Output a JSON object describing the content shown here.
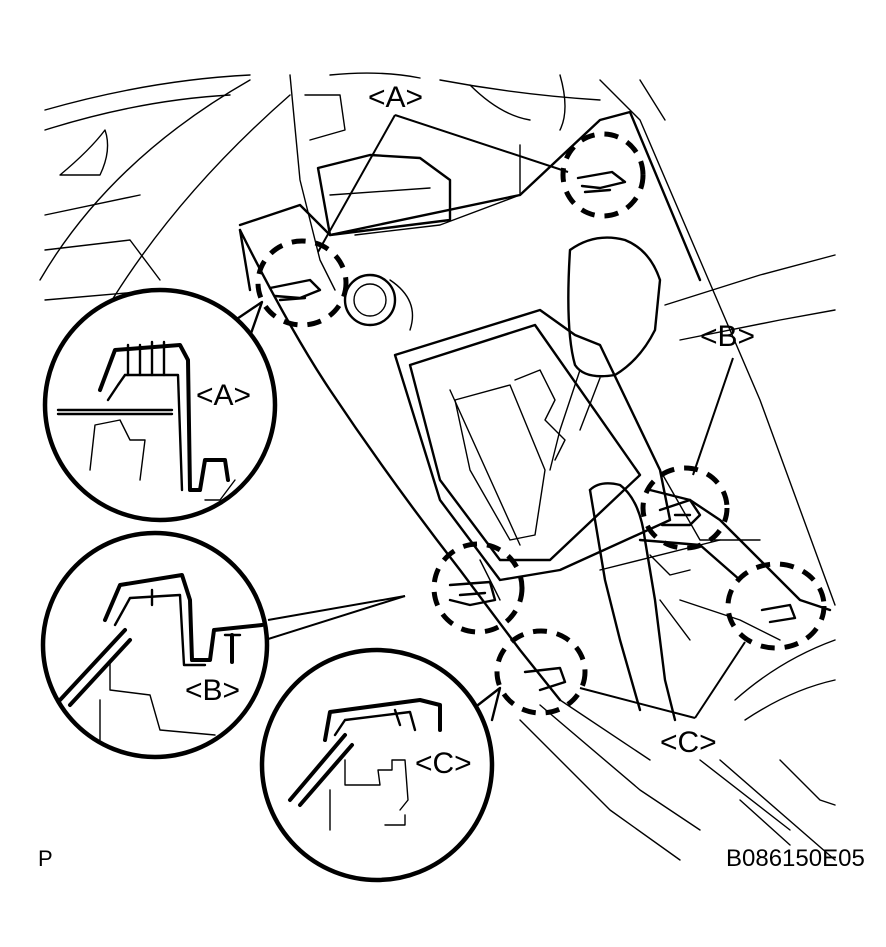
{
  "callouts": {
    "a_top": "<A>",
    "b_right": "<B>",
    "c_bottom": "<C>"
  },
  "detail_views": {
    "a": "<A>",
    "b": "<B>",
    "c": "<C>"
  },
  "page_marker": "P",
  "figure_code": "B086150E05"
}
